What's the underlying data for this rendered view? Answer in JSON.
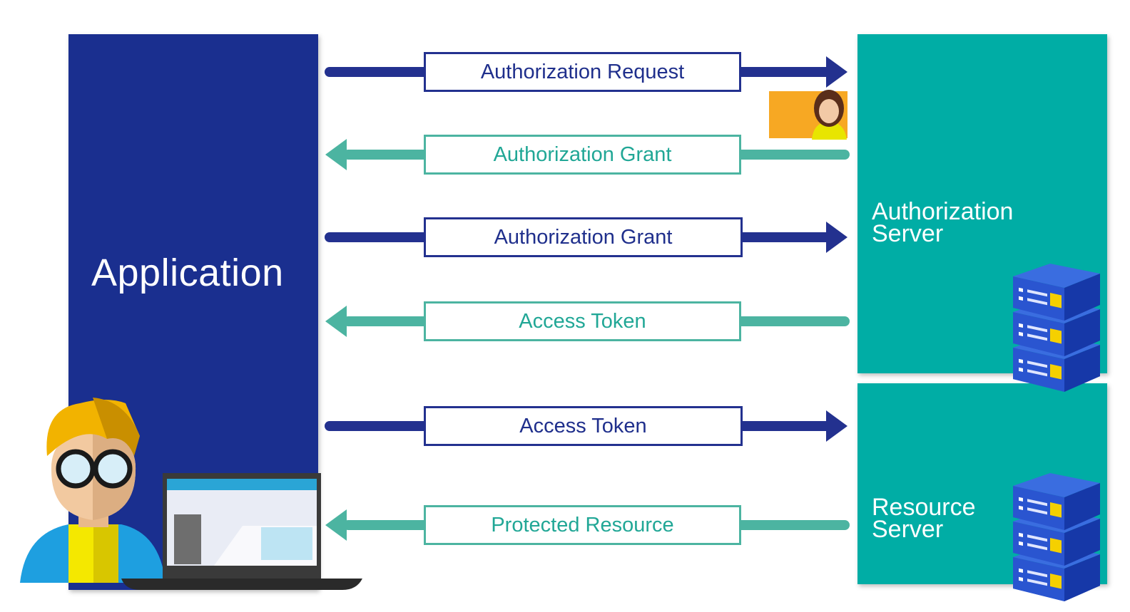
{
  "participants": {
    "application": {
      "label": "Application",
      "color": "#1a2f8f"
    },
    "authorization_server": {
      "line1": "Authorization",
      "line2": "Server",
      "color": "#00ada5"
    },
    "resource_server": {
      "line1": "Resource",
      "line2": "Server",
      "color": "#00ada5"
    }
  },
  "flows": [
    {
      "label": "Authorization Request",
      "direction": "to-server",
      "target": "authorization-server",
      "color": "#23318f"
    },
    {
      "label": "Authorization Grant",
      "direction": "to-application",
      "source": "resource-owner",
      "color": "#4cb4a1"
    },
    {
      "label": "Authorization Grant",
      "direction": "to-server",
      "target": "authorization-server",
      "color": "#23318f"
    },
    {
      "label": "Access Token",
      "direction": "to-application",
      "source": "authorization-server",
      "color": "#4cb4a1"
    },
    {
      "label": "Access Token",
      "direction": "to-server",
      "target": "resource-server",
      "color": "#23318f"
    },
    {
      "label": "Protected Resource",
      "direction": "to-application",
      "source": "resource-server",
      "color": "#4cb4a1"
    }
  ],
  "icons": {
    "user": "developer-avatar-icon",
    "laptop": "laptop-icon",
    "resource_owner": "resource-owner-icon",
    "server": "server-rack-icon"
  }
}
